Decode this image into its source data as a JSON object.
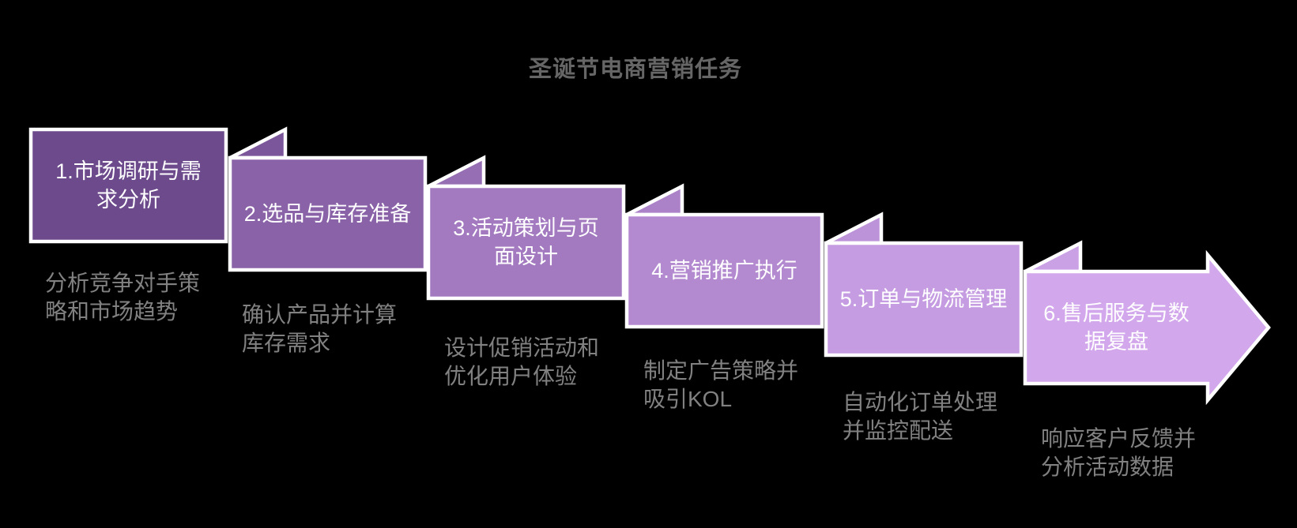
{
  "page": {
    "background_color": "#000000",
    "border_color": "#ffffff",
    "label_text_color": "#ffffff",
    "description_text_color": "#818181",
    "title_text_color": "#666666"
  },
  "title": {
    "text": "圣诞节电商营销任务"
  },
  "steps": [
    {
      "number": "1",
      "label": "1.市场调研与需求分析",
      "label_lines": [
        "1.市场调研与需",
        "求分析"
      ],
      "description": "分析竞争对手策略和市场趋势",
      "description_lines": [
        "分析竞争对手策",
        "略和市场趋势"
      ],
      "box_color": "#6C4A8C",
      "fold_color": null
    },
    {
      "number": "2",
      "label": "2.选品与库存准备",
      "label_lines": [
        "2.选品与库存准备"
      ],
      "description": "确认产品并计算库存需求",
      "description_lines": [
        "确认产品并计算",
        "库存需求"
      ],
      "box_color": "#8A62A8",
      "fold_color": "#7B569A"
    },
    {
      "number": "3",
      "label": "3.活动策划与页面设计",
      "label_lines": [
        "3.活动策划与页",
        "面设计"
      ],
      "description": "设计促销活动和优化用户体验",
      "description_lines": [
        "设计促销活动和",
        "优化用户体验"
      ],
      "box_color": "#A37AC0",
      "fold_color": "#966EB4"
    },
    {
      "number": "4",
      "label": "4.营销推广执行",
      "label_lines": [
        "4.营销推广执行"
      ],
      "description": "制定广告策略并吸引KOL",
      "description_lines": [
        "制定广告策略并",
        "吸引KOL"
      ],
      "box_color": "#B389CF",
      "fold_color": "#AB82C8"
    },
    {
      "number": "5",
      "label": "5.订单与物流管理",
      "label_lines": [
        "5.订单与物流管理"
      ],
      "description": "自动化订单处理并监控配送",
      "description_lines": [
        "自动化订单处理",
        "并监控配送"
      ],
      "box_color": "#C59CE1",
      "fold_color": "#BC92D8"
    },
    {
      "number": "6",
      "label": "6.售后服务与数据复盘",
      "label_lines": [
        "6.售后服务与数",
        "据复盘"
      ],
      "description": "响应客户反馈并分析活动数据",
      "description_lines": [
        "响应客户反馈并",
        "分析活动数据"
      ],
      "box_color": "#D2A7EC",
      "fold_color": "#CBA1E6"
    }
  ]
}
